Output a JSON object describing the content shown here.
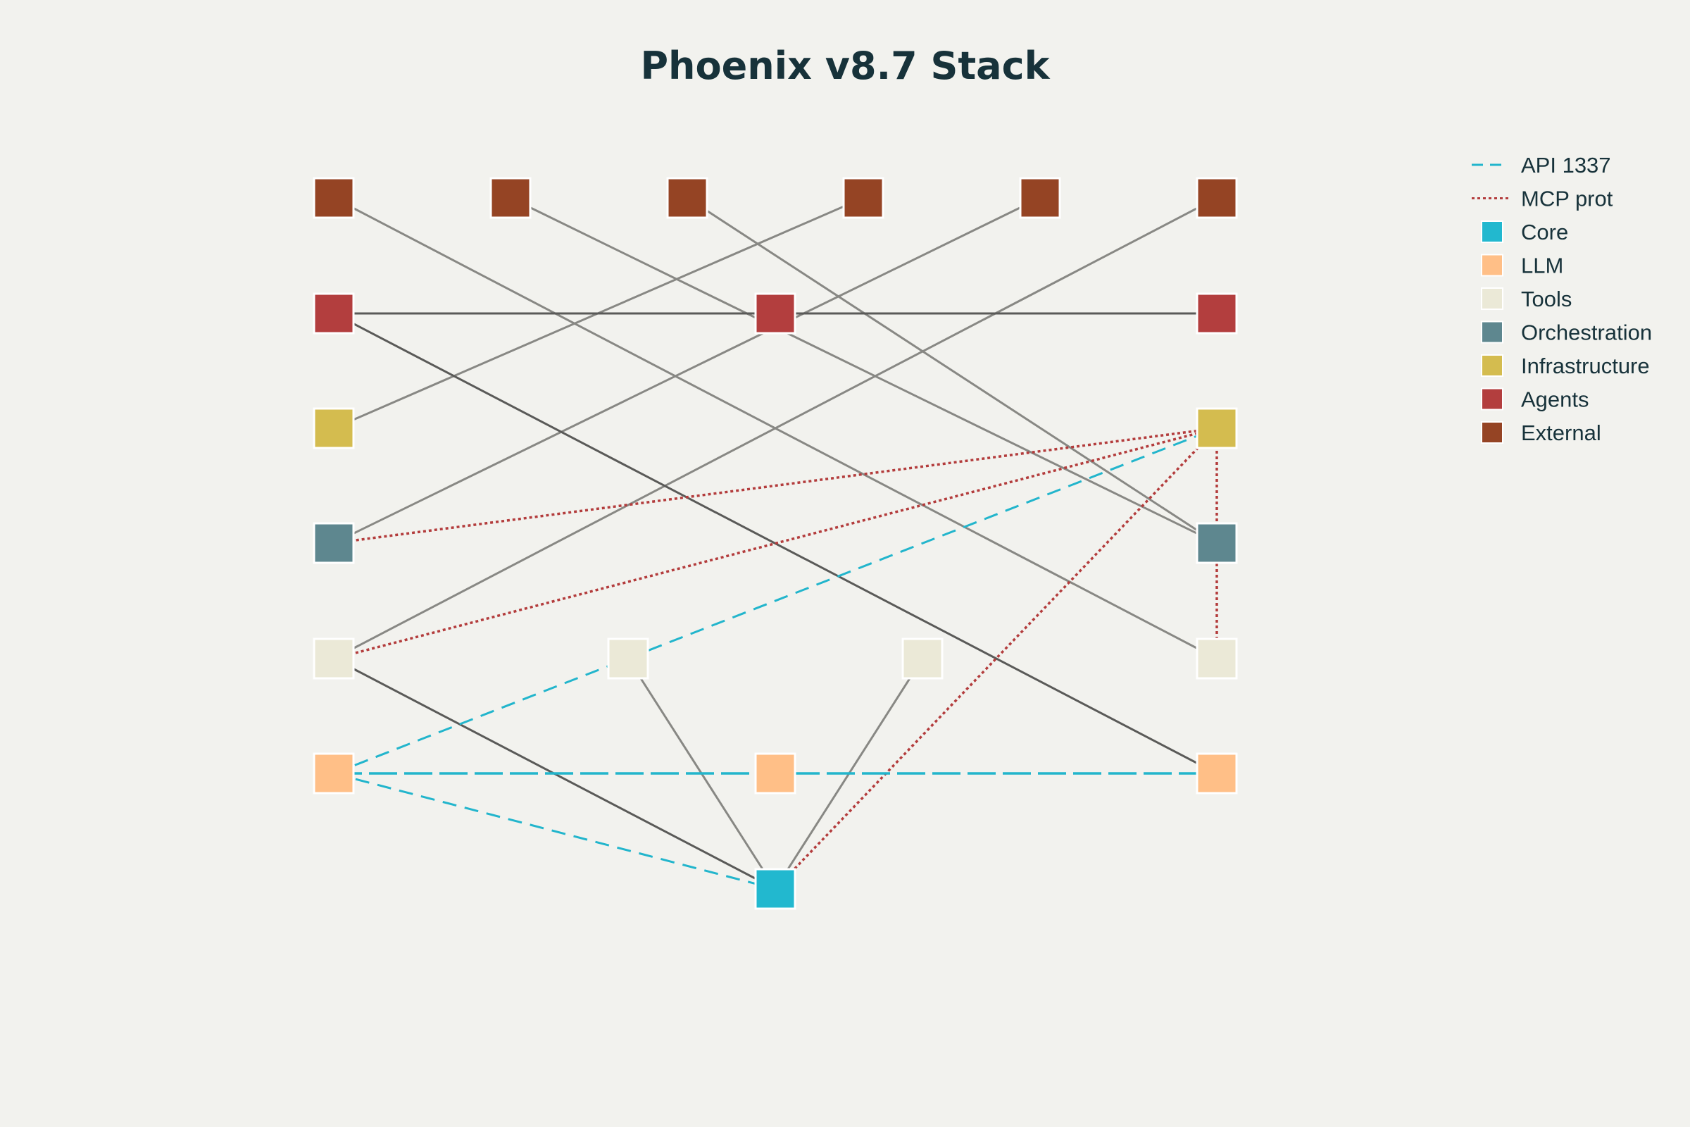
{
  "title": "Phoenix v8.7 Stack",
  "colors": {
    "background": "#f2f2ee",
    "edge_default": "#888884",
    "edge_dark": "#5a5a58",
    "api": "#22b5cc",
    "mcp": "#b33c3c"
  },
  "categories": [
    {
      "key": "core",
      "label": "Core",
      "color": "#22b8cf"
    },
    {
      "key": "llm",
      "label": "LLM",
      "color": "#ffbf87"
    },
    {
      "key": "tools",
      "label": "Tools",
      "color": "#ebe9d7"
    },
    {
      "key": "orch",
      "label": "Orchestration",
      "color": "#5e878f"
    },
    {
      "key": "infra",
      "label": "Infrastructure",
      "color": "#d4bc4f"
    },
    {
      "key": "agents",
      "label": "Agents",
      "color": "#b33e3e"
    },
    {
      "key": "external",
      "label": "External",
      "color": "#954424"
    }
  ],
  "legend": {
    "edge_types": [
      {
        "key": "api",
        "label": "API 1337"
      },
      {
        "key": "mcp",
        "label": "MCP prot"
      }
    ]
  },
  "nodes": [
    {
      "id": "ext1",
      "category": "external"
    },
    {
      "id": "ext2",
      "category": "external"
    },
    {
      "id": "ext3",
      "category": "external"
    },
    {
      "id": "ext4",
      "category": "external"
    },
    {
      "id": "ext5",
      "category": "external"
    },
    {
      "id": "ext6",
      "category": "external"
    },
    {
      "id": "ag1",
      "category": "agents"
    },
    {
      "id": "ag2",
      "category": "agents"
    },
    {
      "id": "ag3",
      "category": "agents"
    },
    {
      "id": "inf1",
      "category": "infra"
    },
    {
      "id": "inf2",
      "category": "infra"
    },
    {
      "id": "orc1",
      "category": "orch"
    },
    {
      "id": "orc2",
      "category": "orch"
    },
    {
      "id": "tl1",
      "category": "tools"
    },
    {
      "id": "tl2",
      "category": "tools"
    },
    {
      "id": "tl3",
      "category": "tools"
    },
    {
      "id": "tl4",
      "category": "tools"
    },
    {
      "id": "llm1",
      "category": "llm"
    },
    {
      "id": "llm2",
      "category": "llm"
    },
    {
      "id": "llm3",
      "category": "llm"
    },
    {
      "id": "core1",
      "category": "core"
    }
  ],
  "edges": [
    {
      "source": "ext1",
      "target": "tl4",
      "type": "default"
    },
    {
      "source": "ext2",
      "target": "orc2",
      "type": "default"
    },
    {
      "source": "ext3",
      "target": "orc2",
      "type": "default"
    },
    {
      "source": "ext4",
      "target": "inf1",
      "type": "default"
    },
    {
      "source": "ext5",
      "target": "orc1",
      "type": "default"
    },
    {
      "source": "ext6",
      "target": "tl1",
      "type": "default"
    },
    {
      "source": "ag1",
      "target": "ag3",
      "type": "dark"
    },
    {
      "source": "ag1",
      "target": "llm3",
      "type": "dark"
    },
    {
      "source": "tl1",
      "target": "core1",
      "type": "dark"
    },
    {
      "source": "tl2",
      "target": "core1",
      "type": "default"
    },
    {
      "source": "tl3",
      "target": "core1",
      "type": "default"
    },
    {
      "source": "orc1",
      "target": "inf2",
      "type": "mcp"
    },
    {
      "source": "tl1",
      "target": "inf2",
      "type": "mcp"
    },
    {
      "source": "core1",
      "target": "inf2",
      "type": "mcp"
    },
    {
      "source": "inf2",
      "target": "tl4",
      "type": "mcp"
    },
    {
      "source": "llm1",
      "target": "inf2",
      "type": "api"
    },
    {
      "source": "llm1",
      "target": "llm3",
      "type": "api-long"
    },
    {
      "source": "llm1",
      "target": "core1",
      "type": "api"
    }
  ]
}
